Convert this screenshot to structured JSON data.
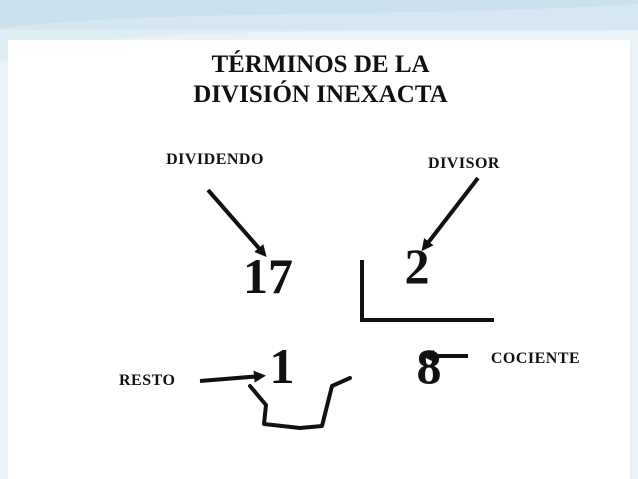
{
  "title": {
    "line1": "TÉRMINOS DE LA",
    "line2": "DIVISIÓN INEXACTA"
  },
  "labels": {
    "dividendo": "DIVIDENDO",
    "divisor": "DIVISOR",
    "resto": "RESTO",
    "cociente": "COCIENTE"
  },
  "values": {
    "dividendo": "17",
    "divisor": "2",
    "resto": "1",
    "cociente": "8"
  },
  "colors": {
    "background": "#e8f1f6",
    "accent": "#7cb8d9",
    "box": "#ffffff",
    "text": "#111111"
  }
}
